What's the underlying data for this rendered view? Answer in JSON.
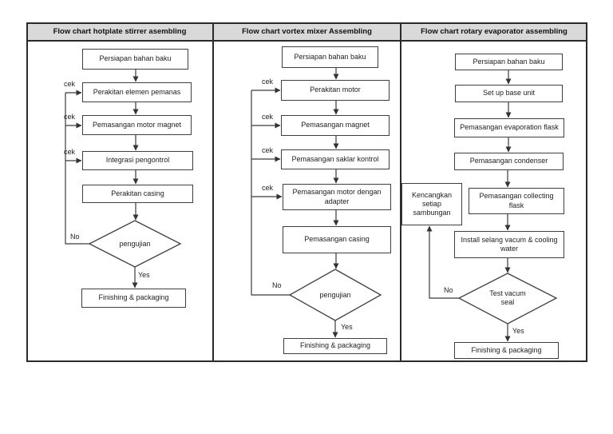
{
  "document": {
    "background": "#ffffff",
    "table_border_color": "#2a2a2a",
    "header_bg": "#d9d9d9"
  },
  "flowcharts": [
    {
      "header": "Flow chart hotplate stirrer asembling",
      "nodes": {
        "step1": "Persiapan bahan baku",
        "step2": "Perakitan elemen pemanas",
        "step3": "Pemasangan motor magnet",
        "step4": "Integrasi pengontrol",
        "step5": "Perakitan casing",
        "decision": "pengujian",
        "final": "Finishing & packaging"
      },
      "labels": {
        "cek1": "cek",
        "cek2": "cek",
        "cek3": "cek",
        "no": "No",
        "yes": "Yes"
      }
    },
    {
      "header": "Flow chart vortex mixer Assembling",
      "nodes": {
        "step1": "Persiapan bahan baku",
        "step2": "Perakitan motor",
        "step3": "Pemasangan magnet",
        "step4": "Pemasangan saklar kontrol",
        "step5": "Pemasangan motor dengan adapter",
        "step6": "Pemasangan casing",
        "decision": "pengujian",
        "final": "Finishing & packaging"
      },
      "labels": {
        "cek1": "cek",
        "cek2": "cek",
        "cek3": "cek",
        "cek4": "cek",
        "no": "No",
        "yes": "Yes"
      }
    },
    {
      "header": "Flow chart rotary evaporator assembling",
      "nodes": {
        "step1": "Persiapan bahan baku",
        "step2": "Set up base unit",
        "step3": "Pemasangan evaporation flask",
        "step4": "Pemasangan condenser",
        "step5": "Pemasangan collecting flask",
        "side_note": "Kencangkan setiap sambungan",
        "step6": "Install selang vacum & cooling water",
        "decision": "Test vacum seal",
        "final": "Finishing & packaging"
      },
      "labels": {
        "no": "No",
        "yes": "Yes"
      }
    }
  ]
}
